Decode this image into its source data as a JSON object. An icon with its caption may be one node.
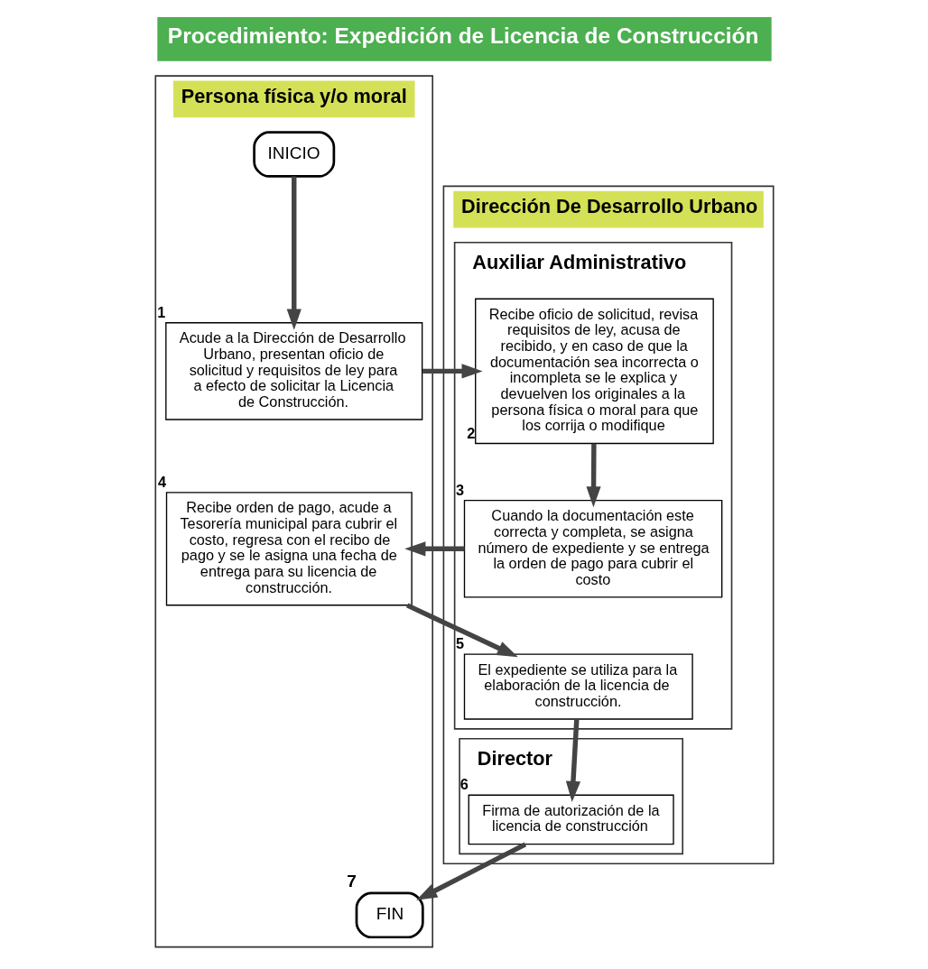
{
  "diagram": {
    "title": "Procedimiento: Expedición de Licencia de Construcción",
    "nodes": [
      {
        "text": [
          "Persona física y/o moral"
        ]
      },
      {
        "text": [
          "Dirección De Desarrollo Urbano"
        ]
      },
      {
        "text": [
          "Director"
        ],
        "in": 1
      },
      {
        "text": [
          "Auxiliar Administrativo"
        ],
        "in": 1
      },
      {
        "text": [
          "INICIO"
        ],
        "in": 0
      },
      {
        "text": [
          "Acude a la Dirección de Desarrollo Urbano, presentan oficio de solicitud y requisitos de ley para a efecto de solicitar la Licencia de Construcción."
        ],
        "in": 0,
        "beside": [
          "1"
        ]
      },
      {
        "text": [
          "Recibe oficio de solicitud, revisa requisitos de ley, acusa de recibido, y en caso de que la documentación sea incorrecta o incompleta se le explica y devuelven los originales a la persona física o moral para que los corrija o modifique"
        ],
        "in": 3,
        "beside": [
          "2"
        ]
      },
      {
        "text": [
          "Cuando la documentación este correcta y completa, se asigna número de expediente y se entrega la orden de pago para cubrir el costo"
        ],
        "in": 3,
        "beside": [
          "3"
        ]
      },
      {
        "text": [
          "Recibe orden de pago, acude a Tesorería municipal para cubrir el costo, regresa con el recibo de pago y se le asigna una fecha de entrega para su licencia de construcción."
        ],
        "in": 0,
        "beside": [
          "4"
        ]
      },
      {
        "text": [
          "El expediente se utiliza para la elaboración de la licencia de construcción."
        ],
        "in": 3,
        "beside": [
          "5"
        ]
      },
      {
        "text": [
          "Firma de autorización de la licencia de construcción"
        ],
        "in": 2,
        "beside": [
          "6"
        ]
      },
      {
        "text": [
          "FIN"
        ],
        "in": 0,
        "beside": [
          "7"
        ]
      }
    ],
    "edges": [
      {
        "from": 4,
        "to": 5,
        "arrow": "to"
      },
      {
        "from": 5,
        "to": 6,
        "arrow": "to"
      },
      {
        "from": 6,
        "to": 7,
        "arrow": "to"
      },
      {
        "from": 7,
        "to": 8,
        "arrow": "to"
      },
      {
        "from": 8,
        "to": 9,
        "arrow": "to"
      },
      {
        "from": 9,
        "to": 10,
        "arrow": "to"
      },
      {
        "from": 10,
        "to": 11,
        "arrow": "to"
      }
    ]
  }
}
